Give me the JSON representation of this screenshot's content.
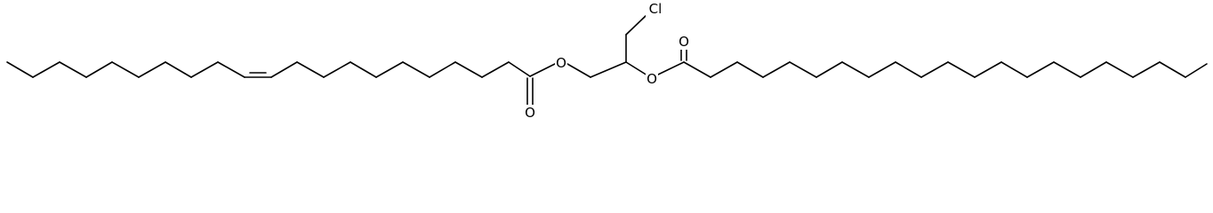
{
  "molecule": {
    "atoms": {
      "chlorine": "Cl",
      "ester_o_left": "O",
      "carbonyl_o_left": "O",
      "ester_o_right": "O",
      "carbonyl_o_right": "O"
    },
    "colors": {
      "bond": "#000000",
      "label": "#000000",
      "background": "#ffffff"
    },
    "double_bond_geometry": "cis"
  }
}
